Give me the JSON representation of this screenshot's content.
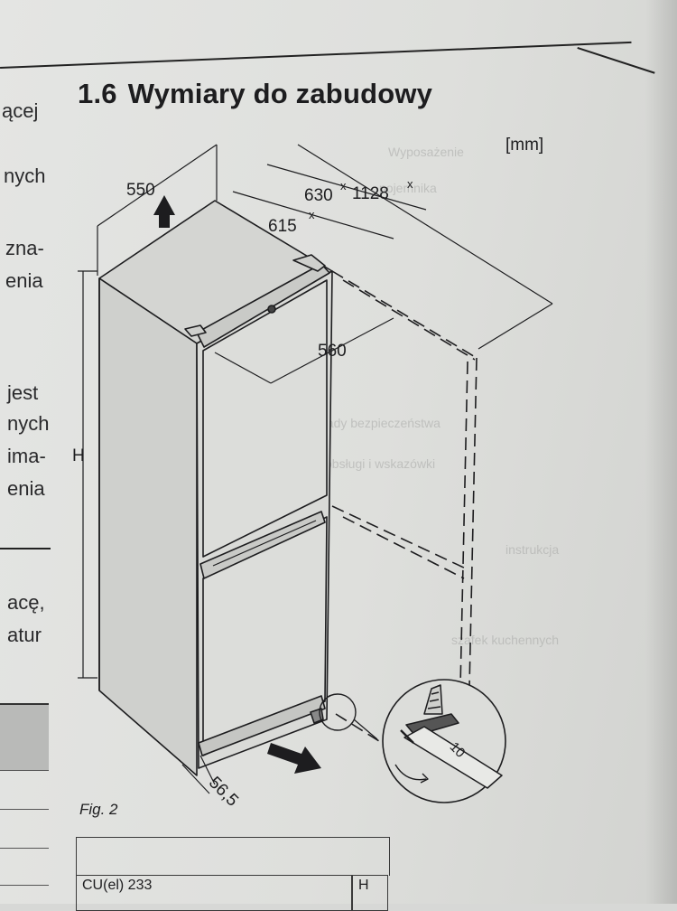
{
  "left_column": {
    "fragments": [
      "ącej",
      "nych",
      "zna-",
      "enia",
      "jest",
      "nych",
      "ima-",
      "enia",
      "acę,",
      "atur"
    ]
  },
  "section": {
    "number": "1.6",
    "title": "Wymiary do zabudowy"
  },
  "unit_label": "[mm]",
  "dimensions": {
    "depth_top": "550",
    "width_600": "615",
    "width_630": "630",
    "diag_1128": "1128",
    "niche_560": "560",
    "height": "H",
    "base_56": "56,5",
    "star_1": "x",
    "star_2": "x",
    "star_3": "x",
    "wrench_label": "10"
  },
  "figure_caption": "Fig. 2",
  "table": {
    "cell_1": "CU(el) 233",
    "cell_2": "H"
  },
  "colors": {
    "paper": "#dfe0dd",
    "ink": "#1d1d1f"
  }
}
